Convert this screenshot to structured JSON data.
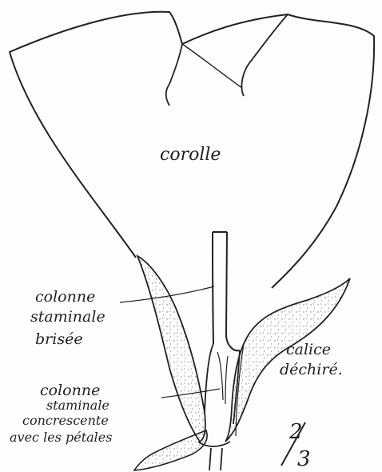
{
  "labels": {
    "corolla": "corolle",
    "broken_column": [
      "colonne",
      "staminale",
      "brisée"
    ],
    "calyx": [
      "calice",
      "déchiré."
    ],
    "fused_column": [
      "colonne",
      "staminale",
      "concrescente",
      "avec les pétales"
    ],
    "scale_numerator": "2",
    "scale_denominator": "3"
  },
  "colors": {
    "ink": "#222222",
    "paper": "#fdfdfb",
    "stipple": "#777777"
  }
}
